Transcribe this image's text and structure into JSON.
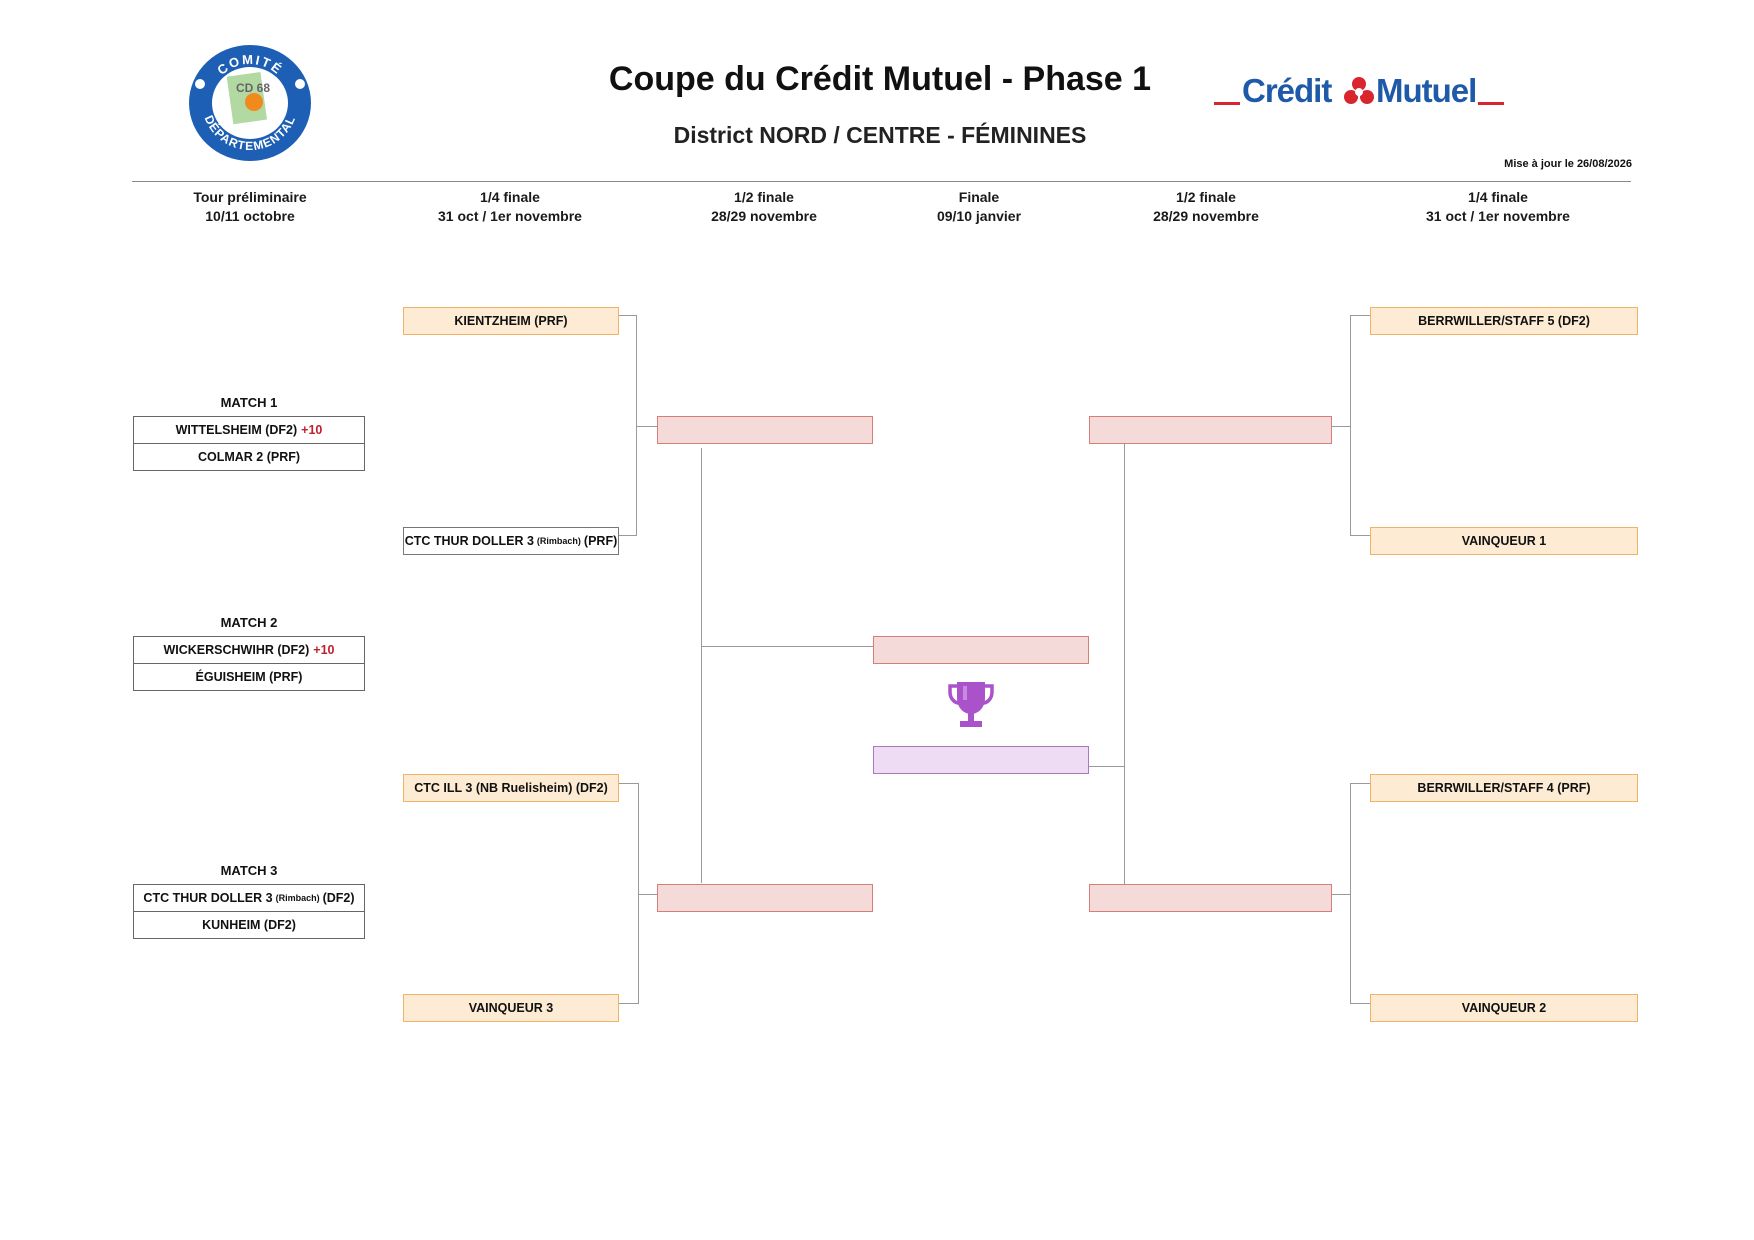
{
  "header": {
    "title": "Coupe du Crédit Mutuel - Phase 1",
    "subtitle": "District NORD / CENTRE - FÉMININES",
    "update_label": "Mise à jour le",
    "update_date": "26/08/2026"
  },
  "logos": {
    "comite_top": "COMITÉ",
    "comite_bottom": "DÉPARTEMENTAL",
    "comite_center": "CD 68",
    "credit_mutuel_left": "Crédit",
    "credit_mutuel_right": "Mutuel"
  },
  "rounds": [
    {
      "name": "Tour préliminaire",
      "date": "10/11 octobre"
    },
    {
      "name": "1/4 finale",
      "date": "31 oct / 1er novembre"
    },
    {
      "name": "1/2 finale",
      "date": "28/29 novembre"
    },
    {
      "name": "Finale",
      "date": "09/10 janvier"
    },
    {
      "name": "1/2 finale",
      "date": "28/29 novembre"
    },
    {
      "name": "1/4 finale",
      "date": "31 oct / 1er novembre"
    }
  ],
  "preliminary": [
    {
      "label": "MATCH 1",
      "team1": "WITTELSHEIM (DF2)",
      "bonus1": "+10",
      "team2": "COLMAR 2 (PRF)"
    },
    {
      "label": "MATCH 2",
      "team1": "WICKERSCHWIHR (DF2)",
      "bonus1": "+10",
      "team2": "ÉGUISHEIM (PRF)"
    },
    {
      "label": "MATCH 3",
      "team1_main": "CTC THUR DOLLER 3",
      "team1_small": "(Rimbach)",
      "team1_suffix": "(DF2)",
      "team2": "KUNHEIM (DF2)"
    }
  ],
  "left_quarter": {
    "t1": "KIENTZHEIM (PRF)",
    "t2_main": "CTC THUR DOLLER 3",
    "t2_small": "(Rimbach)",
    "t2_suffix": "(PRF)",
    "t3": "CTC ILL 3 (NB Ruelisheim) (DF2)",
    "t4": "VAINQUEUR 3"
  },
  "right_quarter": {
    "t1": "BERRWILLER/STAFF 5 (DF2)",
    "t2": "VAINQUEUR 1",
    "t3": "BERRWILLER/STAFF 4 (PRF)",
    "t4": "VAINQUEUR 2"
  },
  "colors": {
    "quarter_fill": "#fdebd3",
    "semi_fill": "#f4dad8",
    "winner_fill": "#eedbf4",
    "trophy": "#a952c9",
    "bonus": "#c0202a",
    "credit_mutuel_blue": "#1e5aa8",
    "credit_mutuel_red": "#d9262e"
  },
  "icons": {
    "trophy": "trophy-icon"
  }
}
